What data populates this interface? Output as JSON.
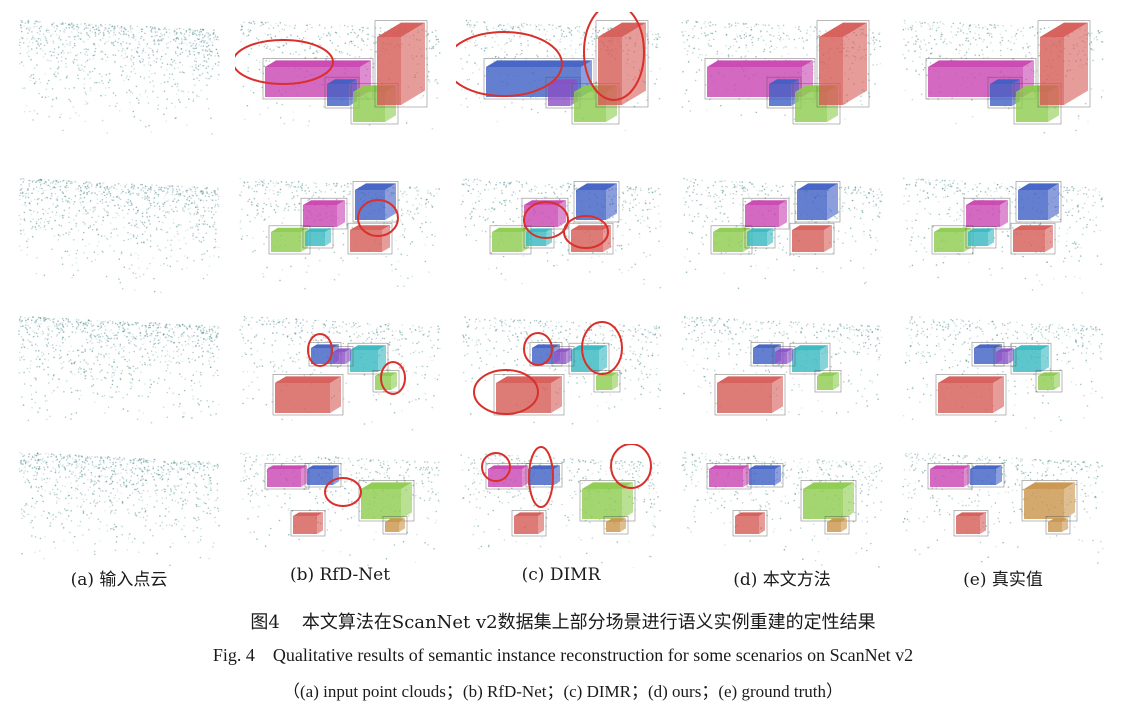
{
  "figure": {
    "column_labels": [
      "(a) 输入点云",
      "(b) RfD-Net",
      "(c) DIMR",
      "(d) 本文方法",
      "(e) 真实值"
    ],
    "caption_cn": {
      "number": "图4",
      "text": "本文算法在ScanNet v2数据集上部分场景进行语义实例重建的定性结果"
    },
    "caption_en": {
      "number": "Fig. 4",
      "text": "Qualitative results of semantic instance reconstruction for some scenarios on ScanNet v2"
    },
    "caption_legend": "（(a) input point clouds；(b) RfD-Net；(c) DIMR；(d) ours；(e) ground truth）",
    "grid": {
      "rows": 4,
      "columns": 5
    },
    "colors": {
      "point_cloud": "#4f8a8b",
      "highlight_ellipse": "#d9302c",
      "magenta": "#c843b0",
      "blue": "#3f5fc4",
      "green": "#8ccb4c",
      "red": "#d55a55",
      "cyan": "#35b8c0",
      "purple": "#8a4fc4",
      "orange": "#c9944a"
    }
  }
}
